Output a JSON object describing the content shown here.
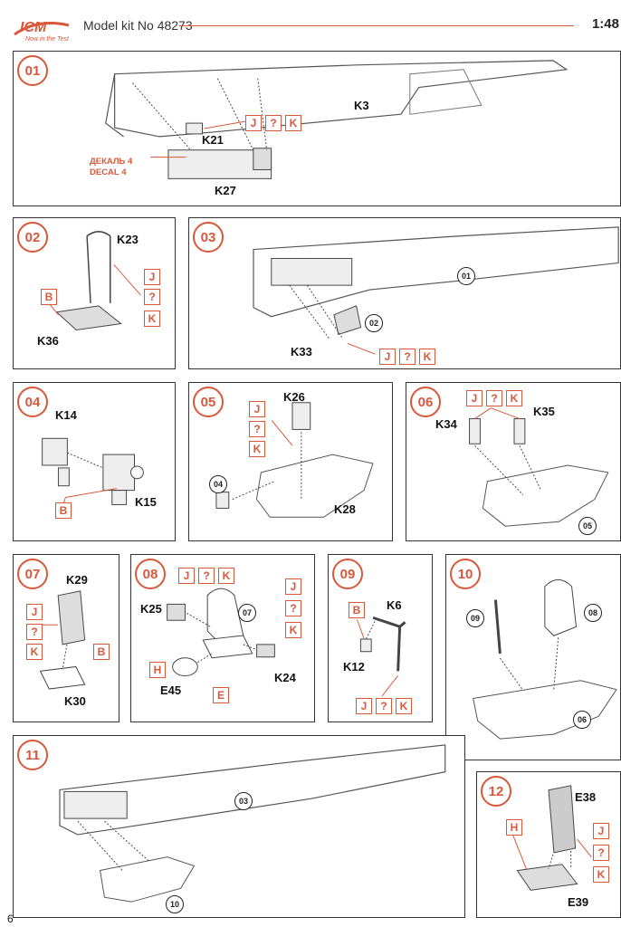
{
  "header": {
    "brand": "ICM",
    "tagline": "Now in the Test",
    "title": "Model kit No 48273",
    "scale": "1:48"
  },
  "page_number": "6",
  "symbols": {
    "J": "J",
    "Q": "?",
    "K": "K",
    "B": "B",
    "H": "H",
    "E": "E"
  },
  "steps": {
    "s01": {
      "num": "01",
      "parts": [
        "K3",
        "K21",
        "K27"
      ],
      "decal_ru": "ДЕКАЛЬ 4",
      "decal_en": "DECAL 4"
    },
    "s02": {
      "num": "02",
      "parts": [
        "K23",
        "K36"
      ]
    },
    "s03": {
      "num": "03",
      "parts": [
        "K33"
      ],
      "refs": [
        "01",
        "02"
      ]
    },
    "s04": {
      "num": "04",
      "parts": [
        "K14",
        "K15"
      ]
    },
    "s05": {
      "num": "05",
      "parts": [
        "K26",
        "K28"
      ],
      "refs": [
        "04"
      ]
    },
    "s06": {
      "num": "06",
      "parts": [
        "K34",
        "K35"
      ],
      "refs": [
        "05"
      ]
    },
    "s07": {
      "num": "07",
      "parts": [
        "K29",
        "K30"
      ]
    },
    "s08": {
      "num": "08",
      "parts": [
        "K25",
        "K24",
        "E45"
      ],
      "refs": [
        "07"
      ]
    },
    "s09": {
      "num": "09",
      "parts": [
        "K6",
        "K12"
      ]
    },
    "s10": {
      "num": "10",
      "refs": [
        "09",
        "08",
        "06"
      ]
    },
    "s11": {
      "num": "11",
      "refs": [
        "03",
        "10"
      ]
    },
    "s12": {
      "num": "12",
      "parts": [
        "E38",
        "E39"
      ]
    }
  }
}
